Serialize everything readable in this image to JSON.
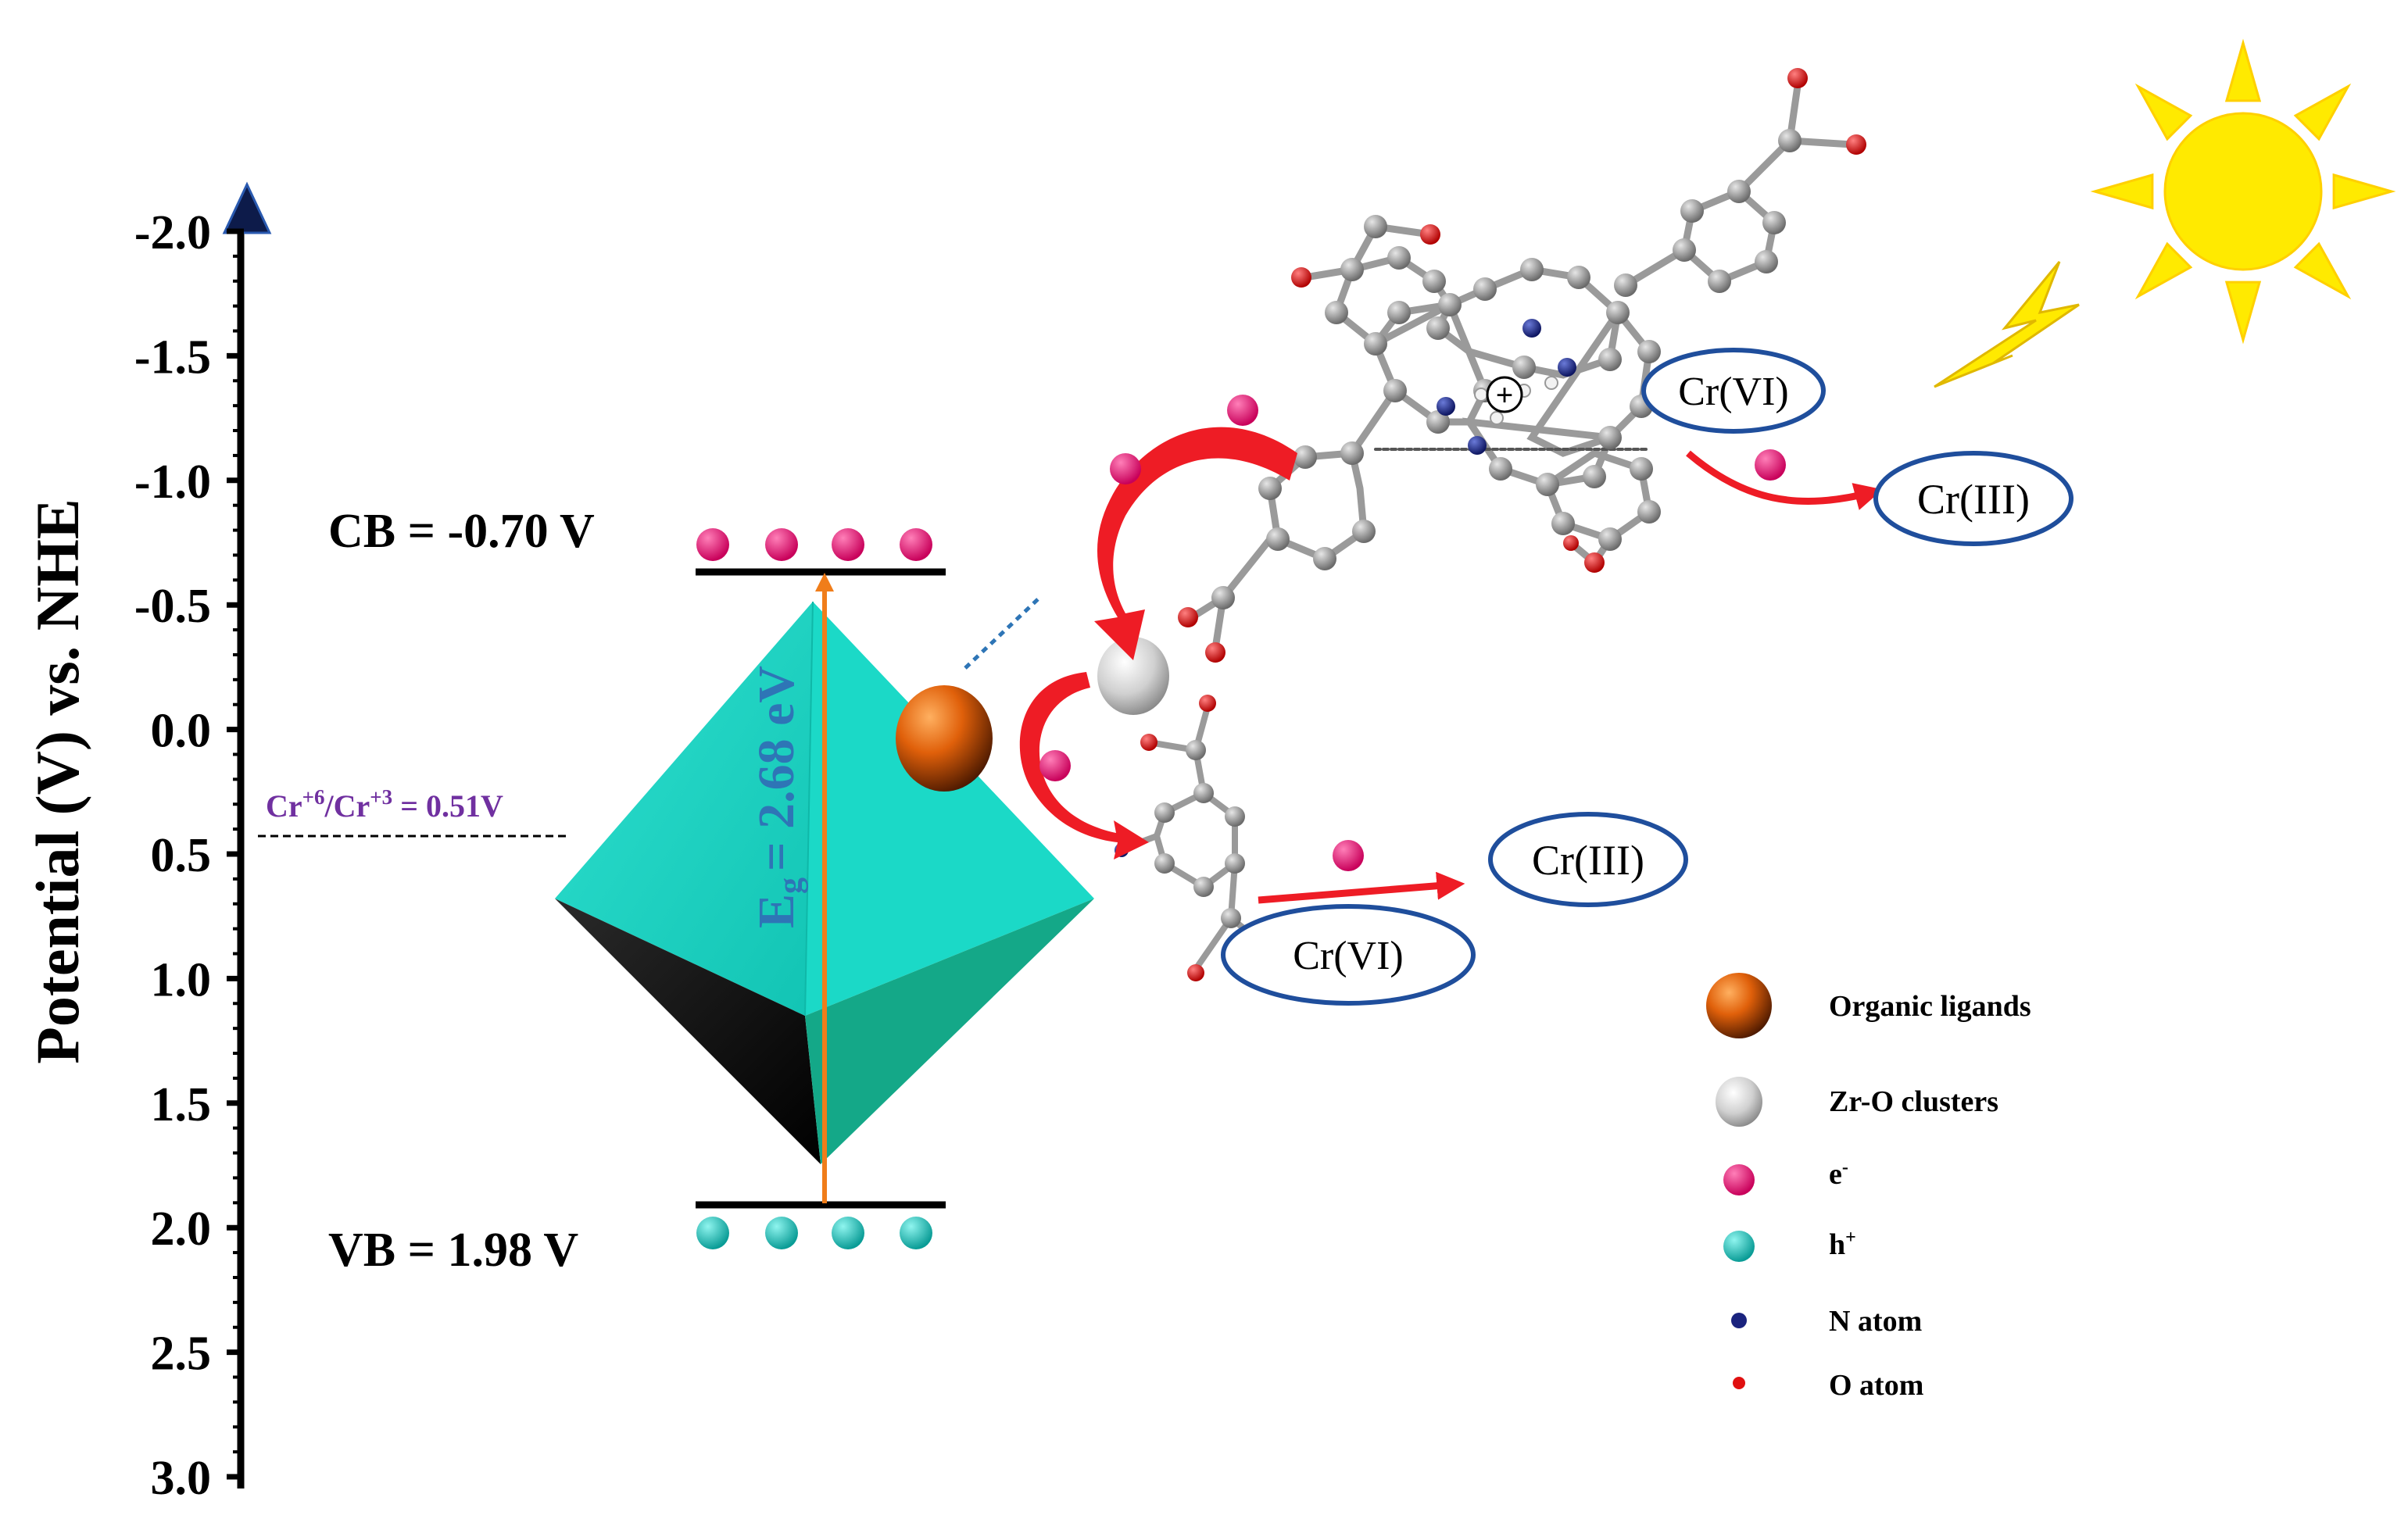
{
  "axis": {
    "label": "Potential (V) vs. NHE",
    "ticks": [
      "-2.0",
      "-1.5",
      "-1.0",
      "-0.5",
      "0.0",
      "0.5",
      "1.0",
      "1.5",
      "2.0",
      "2.5",
      "3.0"
    ],
    "range": [
      -2.0,
      3.0
    ],
    "direction": "negative-up"
  },
  "bands": {
    "cb_label": "CB = -0.70 V",
    "vb_label": "VB = 1.98 V",
    "cb_value": -0.7,
    "vb_value": 1.98,
    "gap_label_main": "E",
    "gap_label_sub": "g",
    "gap_label_rest": "= 2.68 eV",
    "electrons_on_cb": 4,
    "holes_on_vb": 4
  },
  "redox": {
    "label_base": "Cr",
    "label_sup1": "+6",
    "label_mid": "/Cr",
    "label_sup2": "+3",
    "label_rest": " = 0.51V",
    "value": 0.51,
    "color": "#7030a0"
  },
  "reactions": {
    "top_reactant": "Cr(VI)",
    "top_product": "Cr(III)",
    "bottom_reactant": "Cr(VI)",
    "bottom_product": "Cr(III)",
    "porphyrin_center": "+"
  },
  "legend": {
    "organic_ligands": "Organic ligands",
    "zr_o": "Zr-O clusters",
    "electron_base": "e",
    "electron_sup": "-",
    "hole_base": "h",
    "hole_sup": "+",
    "n_atom": "N atom",
    "o_atom": "O atom"
  },
  "colors": {
    "octahedron": "#1fd6c4",
    "octahedron_dark": "#14a888",
    "electron": "#e6006e",
    "hole": "#14c8c0",
    "arrow_red": "#ee1c25",
    "ellipse_stroke": "#1f4e9c",
    "gap_text": "#2e75b6",
    "gap_arrow": "#f07d1a",
    "sun": "#ffea00",
    "n_atom": "#1a237e",
    "o_atom": "#e01010"
  }
}
